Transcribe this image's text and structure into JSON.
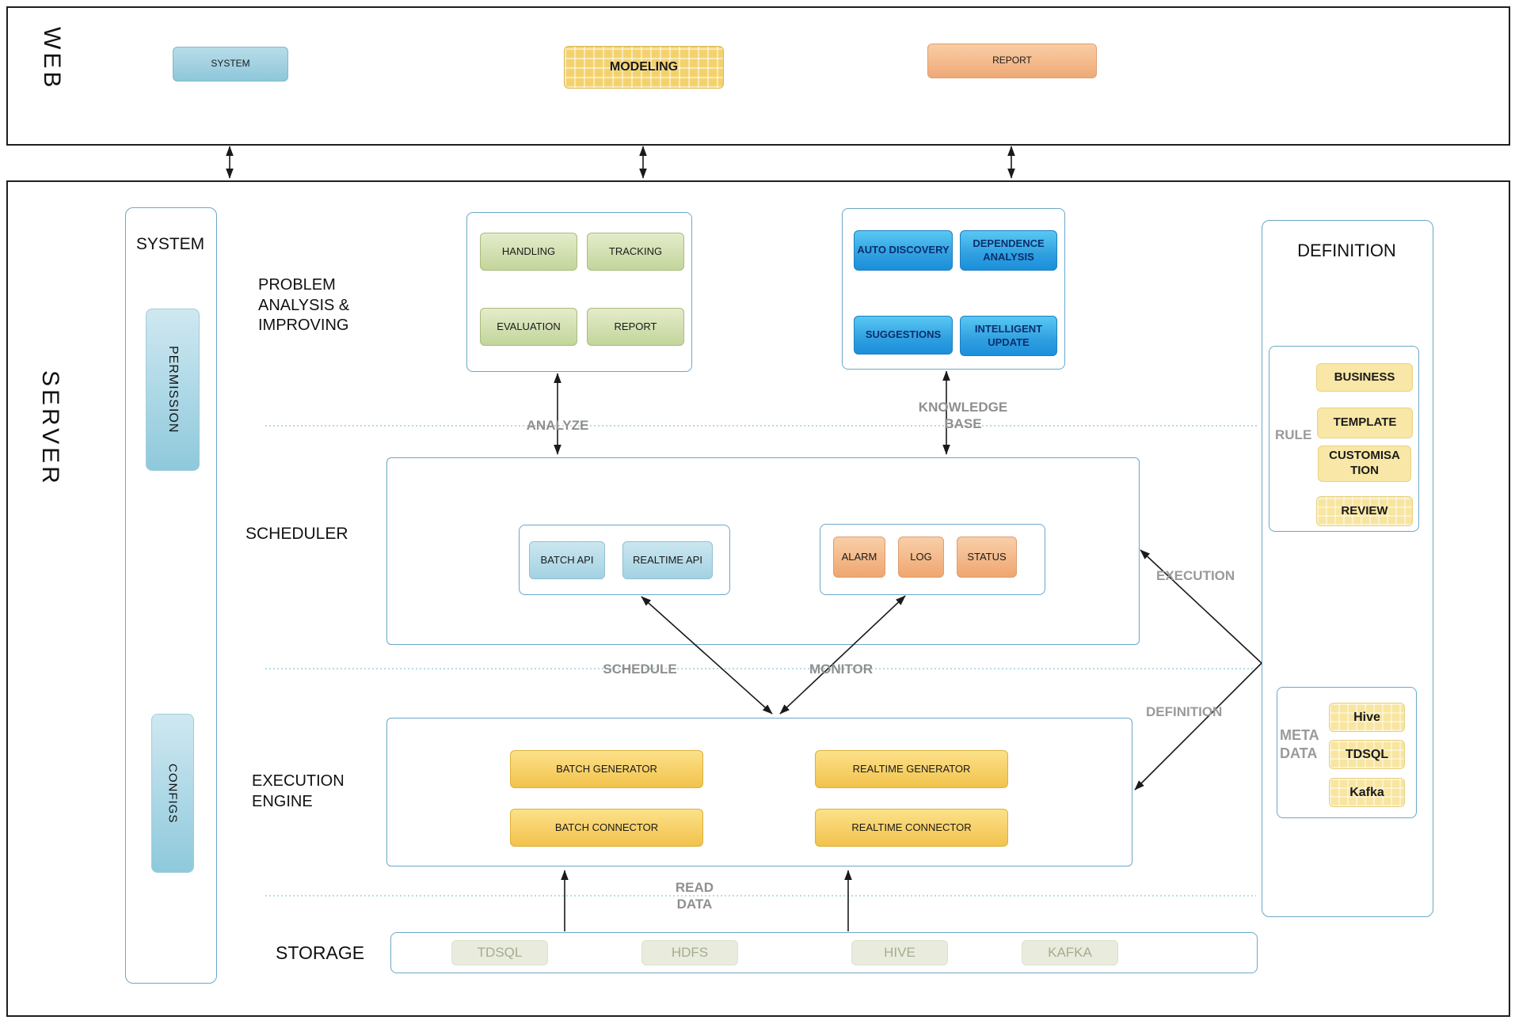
{
  "web": {
    "label": "WEB",
    "system": "SYSTEM",
    "modeling": "MODELING",
    "report": "REPORT"
  },
  "server": {
    "label": "SERVER"
  },
  "system_panel": {
    "title": "SYSTEM",
    "permission": "PERMISSION",
    "configs": "CONFIGS"
  },
  "problem": {
    "title": "PROBLEM ANALYSIS & IMPROVING",
    "handling": "HANDLING",
    "tracking": "TRACKING",
    "evaluation": "EVALUATION",
    "report": "REPORT"
  },
  "knowledge": {
    "auto_discovery": "AUTO DISCOVERY",
    "dependence_analysis": "DEPENDENCE ANALYSIS",
    "suggestions": "SUGGESTIONS",
    "intelligent_update": "INTELLIGENT UPDATE"
  },
  "scheduler": {
    "title": "SCHEDULER",
    "batch_api": "BATCH API",
    "realtime_api": "REALTIME API",
    "alarm": "ALARM",
    "log": "LOG",
    "status": "STATUS"
  },
  "execution_engine": {
    "title": "EXECUTION ENGINE",
    "batch_generator": "BATCH GENERATOR",
    "realtime_generator": "REALTIME GENERATOR",
    "batch_connector": "BATCH CONNECTOR",
    "realtime_connector": "REALTIME CONNECTOR"
  },
  "storage": {
    "title": "STORAGE",
    "tdsql": "TDSQL",
    "hdfs": "HDFS",
    "hive": "HIVE",
    "kafka": "KAFKA"
  },
  "definition": {
    "title": "DEFINITION",
    "rule": {
      "label": "RULE",
      "business": "BUSINESS",
      "template": "TEMPLATE",
      "customisation": "CUSTOMISATION",
      "review": "REVIEW"
    },
    "metadata": {
      "label": "META DATA",
      "hive": "Hive",
      "tdsql": "TDSQL",
      "kafka": "Kafka"
    }
  },
  "flow": {
    "analyze": "ANALYZE",
    "knowledge_base": "KNOWLEDGE BASE",
    "schedule": "SCHEDULE",
    "monitor": "MONITOR",
    "execution": "EXECUTION",
    "definition": "DEFINITION",
    "read_data": "READ DATA"
  },
  "colors": {
    "border_dark": "#1f1f1f",
    "container_border": "#6ba7c8",
    "blue_button": "#8ec7da",
    "modeling_yellow": "#f3d26e",
    "report_orange": "#f0a977",
    "green_box": "#c3d59b",
    "knowledge_blue": "#2f9fe0",
    "api_lightblue": "#a3d2e2",
    "alarm_orange": "#efa670",
    "engine_yellow": "#f2c24c",
    "rule_paleyellow": "#f8e5a0",
    "storage_gray_green": "#e9ecdc",
    "dashed_line": "#9fcfd6",
    "gray_label": "#8f8f8f"
  }
}
